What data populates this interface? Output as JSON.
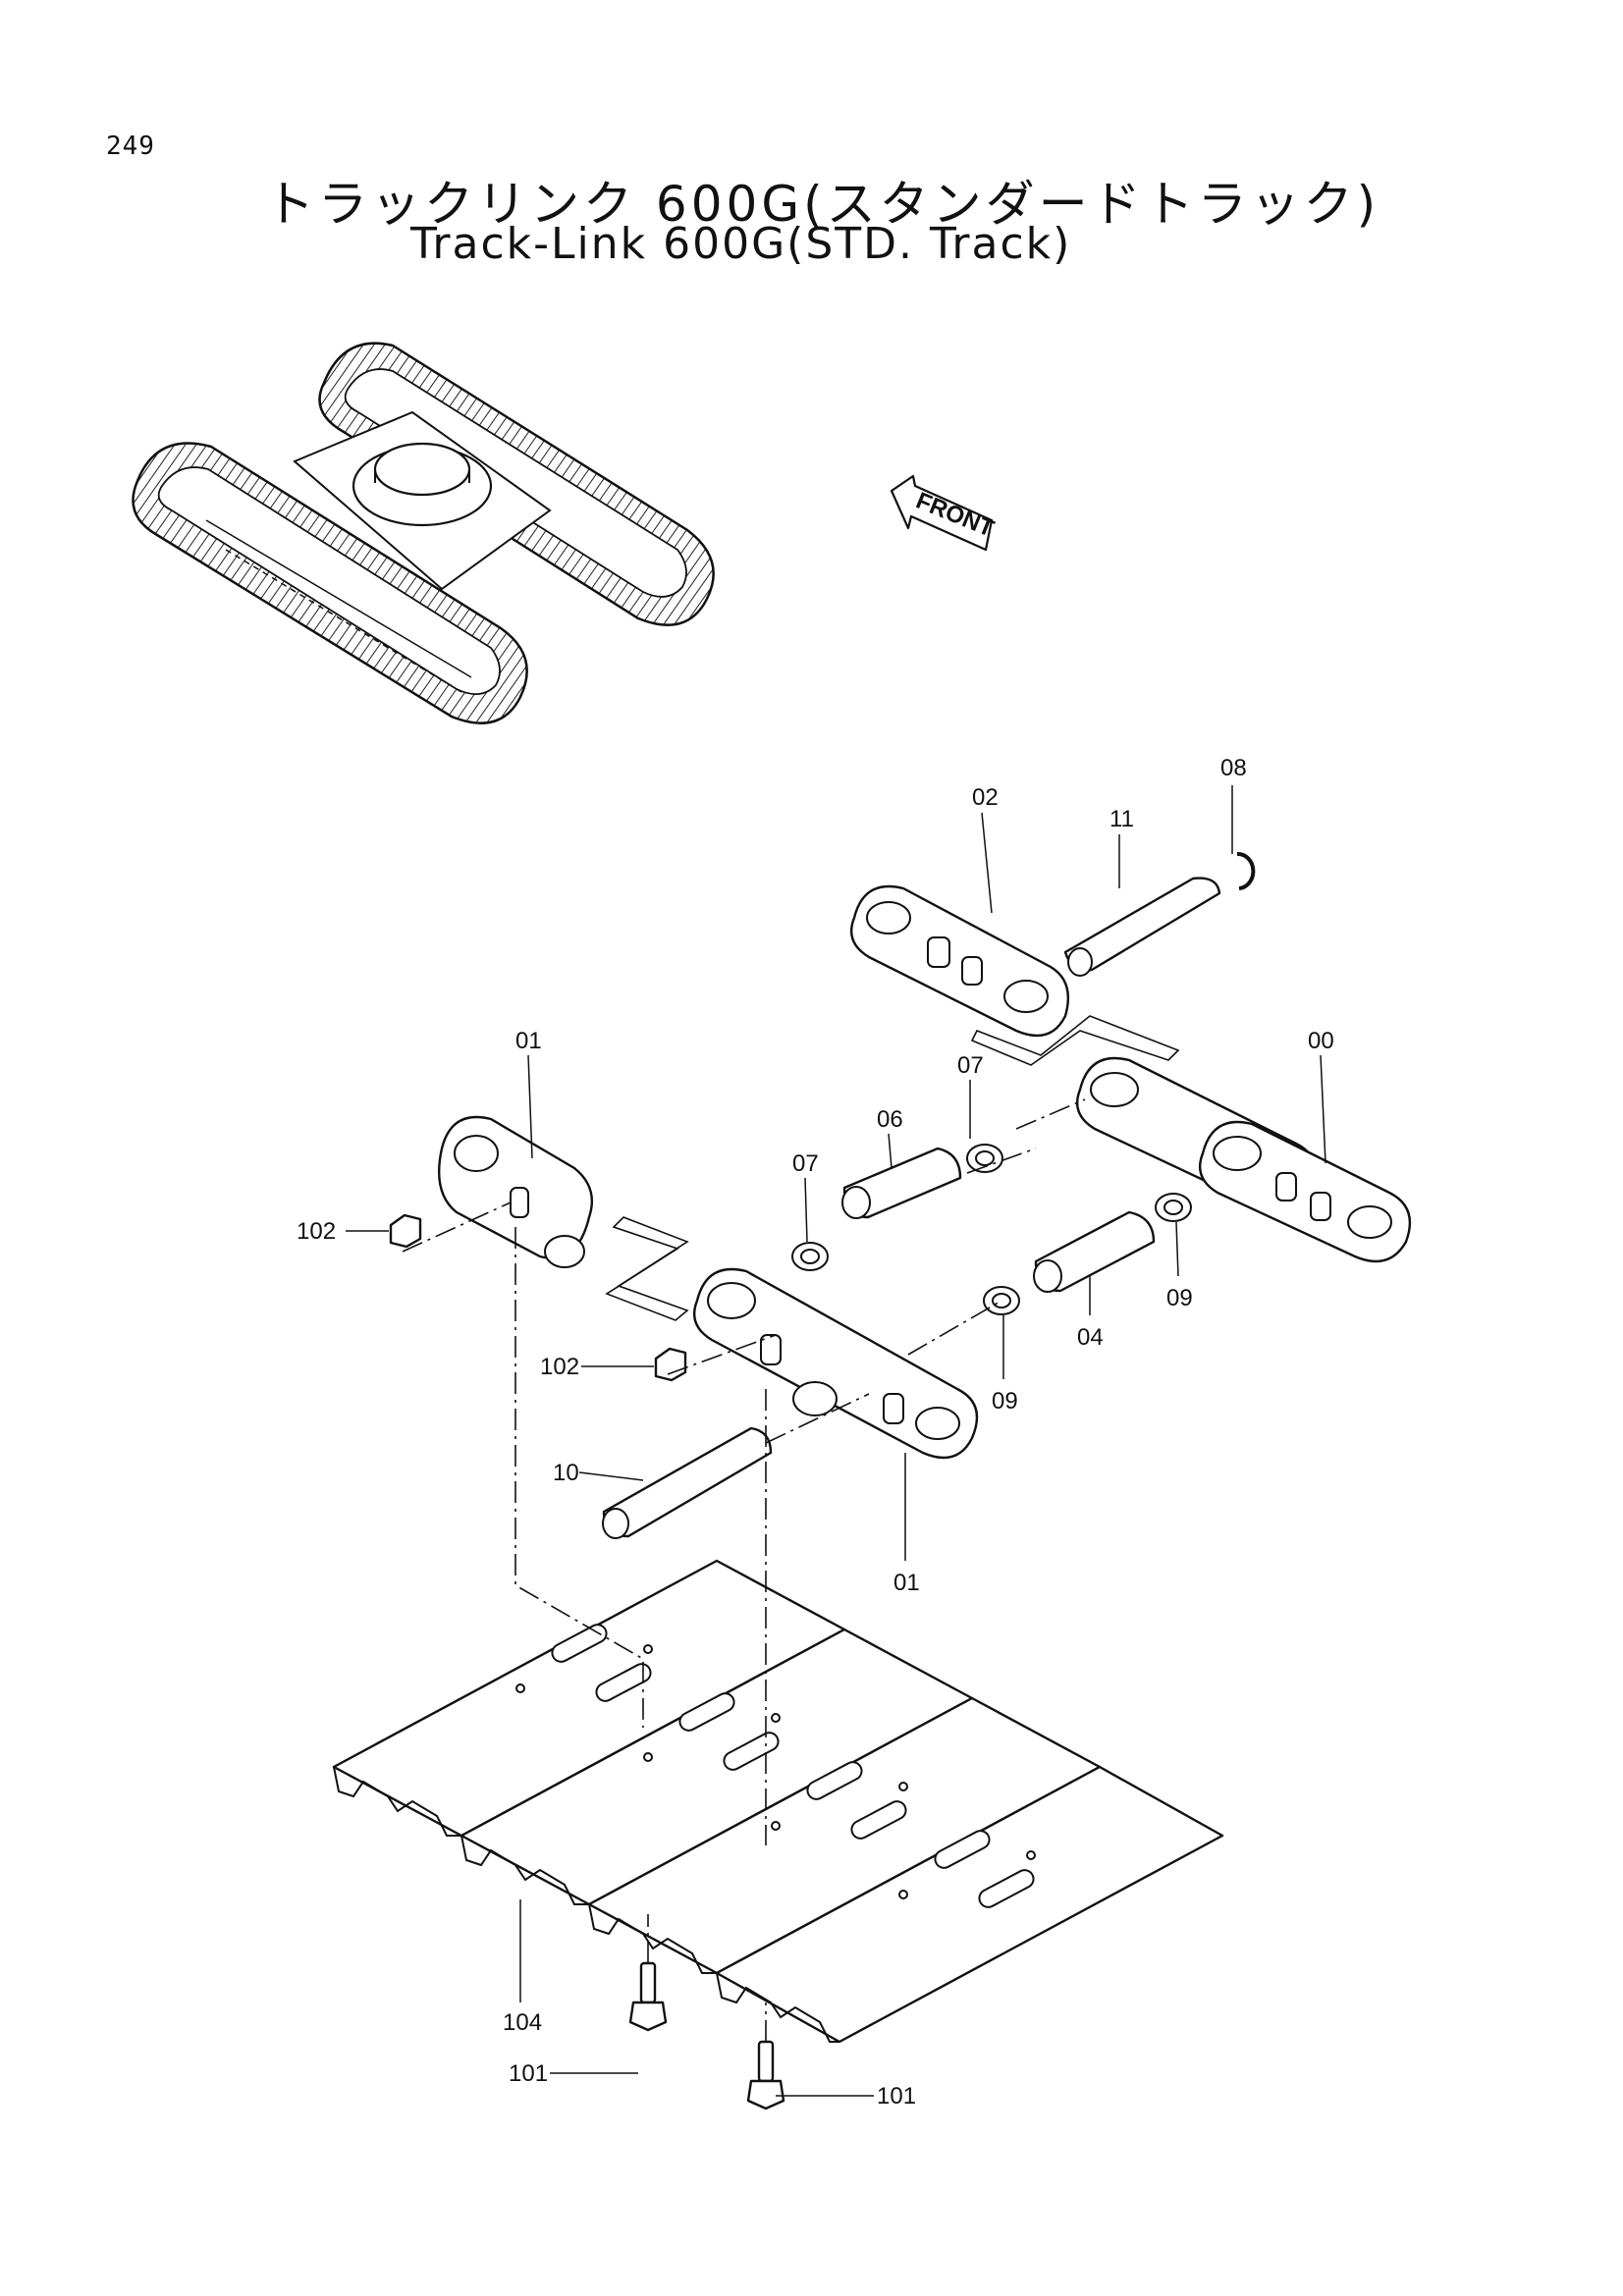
{
  "page_number": "249",
  "title_japanese": "トラックリンク 600G(スタンダードトラック)",
  "title_english": "Track-Link 600G(STD. Track)",
  "front_label": "FRONT",
  "callouts": {
    "c08": "08",
    "c02": "02",
    "c11": "11",
    "c01a": "01",
    "c00": "00",
    "c07a": "07",
    "c06": "06",
    "c07b": "07",
    "c102a": "102",
    "c09a": "09",
    "c04": "04",
    "c102b": "102",
    "c09b": "09",
    "c10": "10",
    "c01b": "01",
    "c104": "104",
    "c101a": "101",
    "c101b": "101"
  }
}
